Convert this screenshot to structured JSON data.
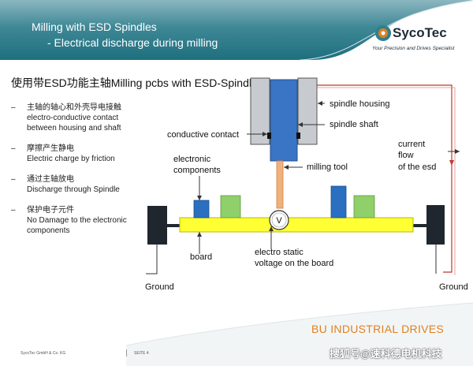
{
  "header": {
    "title_line1": "Milling with ESD Spindles",
    "title_line2": "- Electrical discharge during milling"
  },
  "logo": {
    "name": "SycoTec",
    "tagline": "Your Precision and Drives Specialist"
  },
  "subtitle": "使用带ESD功能主轴Milling pcbs with ESD-Spindle",
  "bullets": [
    {
      "dash": "–",
      "zh": "主轴的轴心和外壳导电接触",
      "en1": "electro-conductive contact",
      "en2": "between housing and shaft"
    },
    {
      "dash": "–",
      "zh": "摩擦产生静电",
      "en1": "Electric charge by friction",
      "en2": ""
    },
    {
      "dash": "–",
      "zh": "通过主轴放电",
      "en1": "Discharge through Spindle",
      "en2": ""
    },
    {
      "dash": "–",
      "zh": "保护电子元件",
      "en1": "No Damage to the electronic",
      "en2": "components"
    }
  ],
  "labels": {
    "spindle_housing": "spindle housing",
    "spindle_shaft": "spindle shaft",
    "conductive_contact": "conductive contact",
    "milling_tool": "milling tool",
    "electronic_components_1": "electronic",
    "electronic_components_2": "components",
    "current_flow_1": "current",
    "current_flow_2": "flow",
    "current_flow_3": "of the esd",
    "board": "board",
    "esv_1": "electro static",
    "esv_2": "voltage on the board",
    "ground_left": "Ground",
    "ground_right": "Ground",
    "voltmeter": "V"
  },
  "footer": {
    "division": "BU INDUSTRIAL DRIVES",
    "company": "SycoTec GmbH & Co. KG",
    "page": "SEITE 4",
    "watermark": "搜狐号@速科德电机科技"
  },
  "colors": {
    "header_teal": "#2f7f8e",
    "board_yellow": "#ffff33",
    "shaft_blue": "#3a74c4",
    "component_blue": "#2a6fc0",
    "component_green": "#8fd06a",
    "housing_gray": "#c7cbd0",
    "current_red": "#c0392b",
    "ground_dark": "#1f262e",
    "footer_orange": "#e0801f"
  },
  "icons": {
    "voltmeter": "voltmeter-icon",
    "logo": "sycotec-logo-icon"
  }
}
